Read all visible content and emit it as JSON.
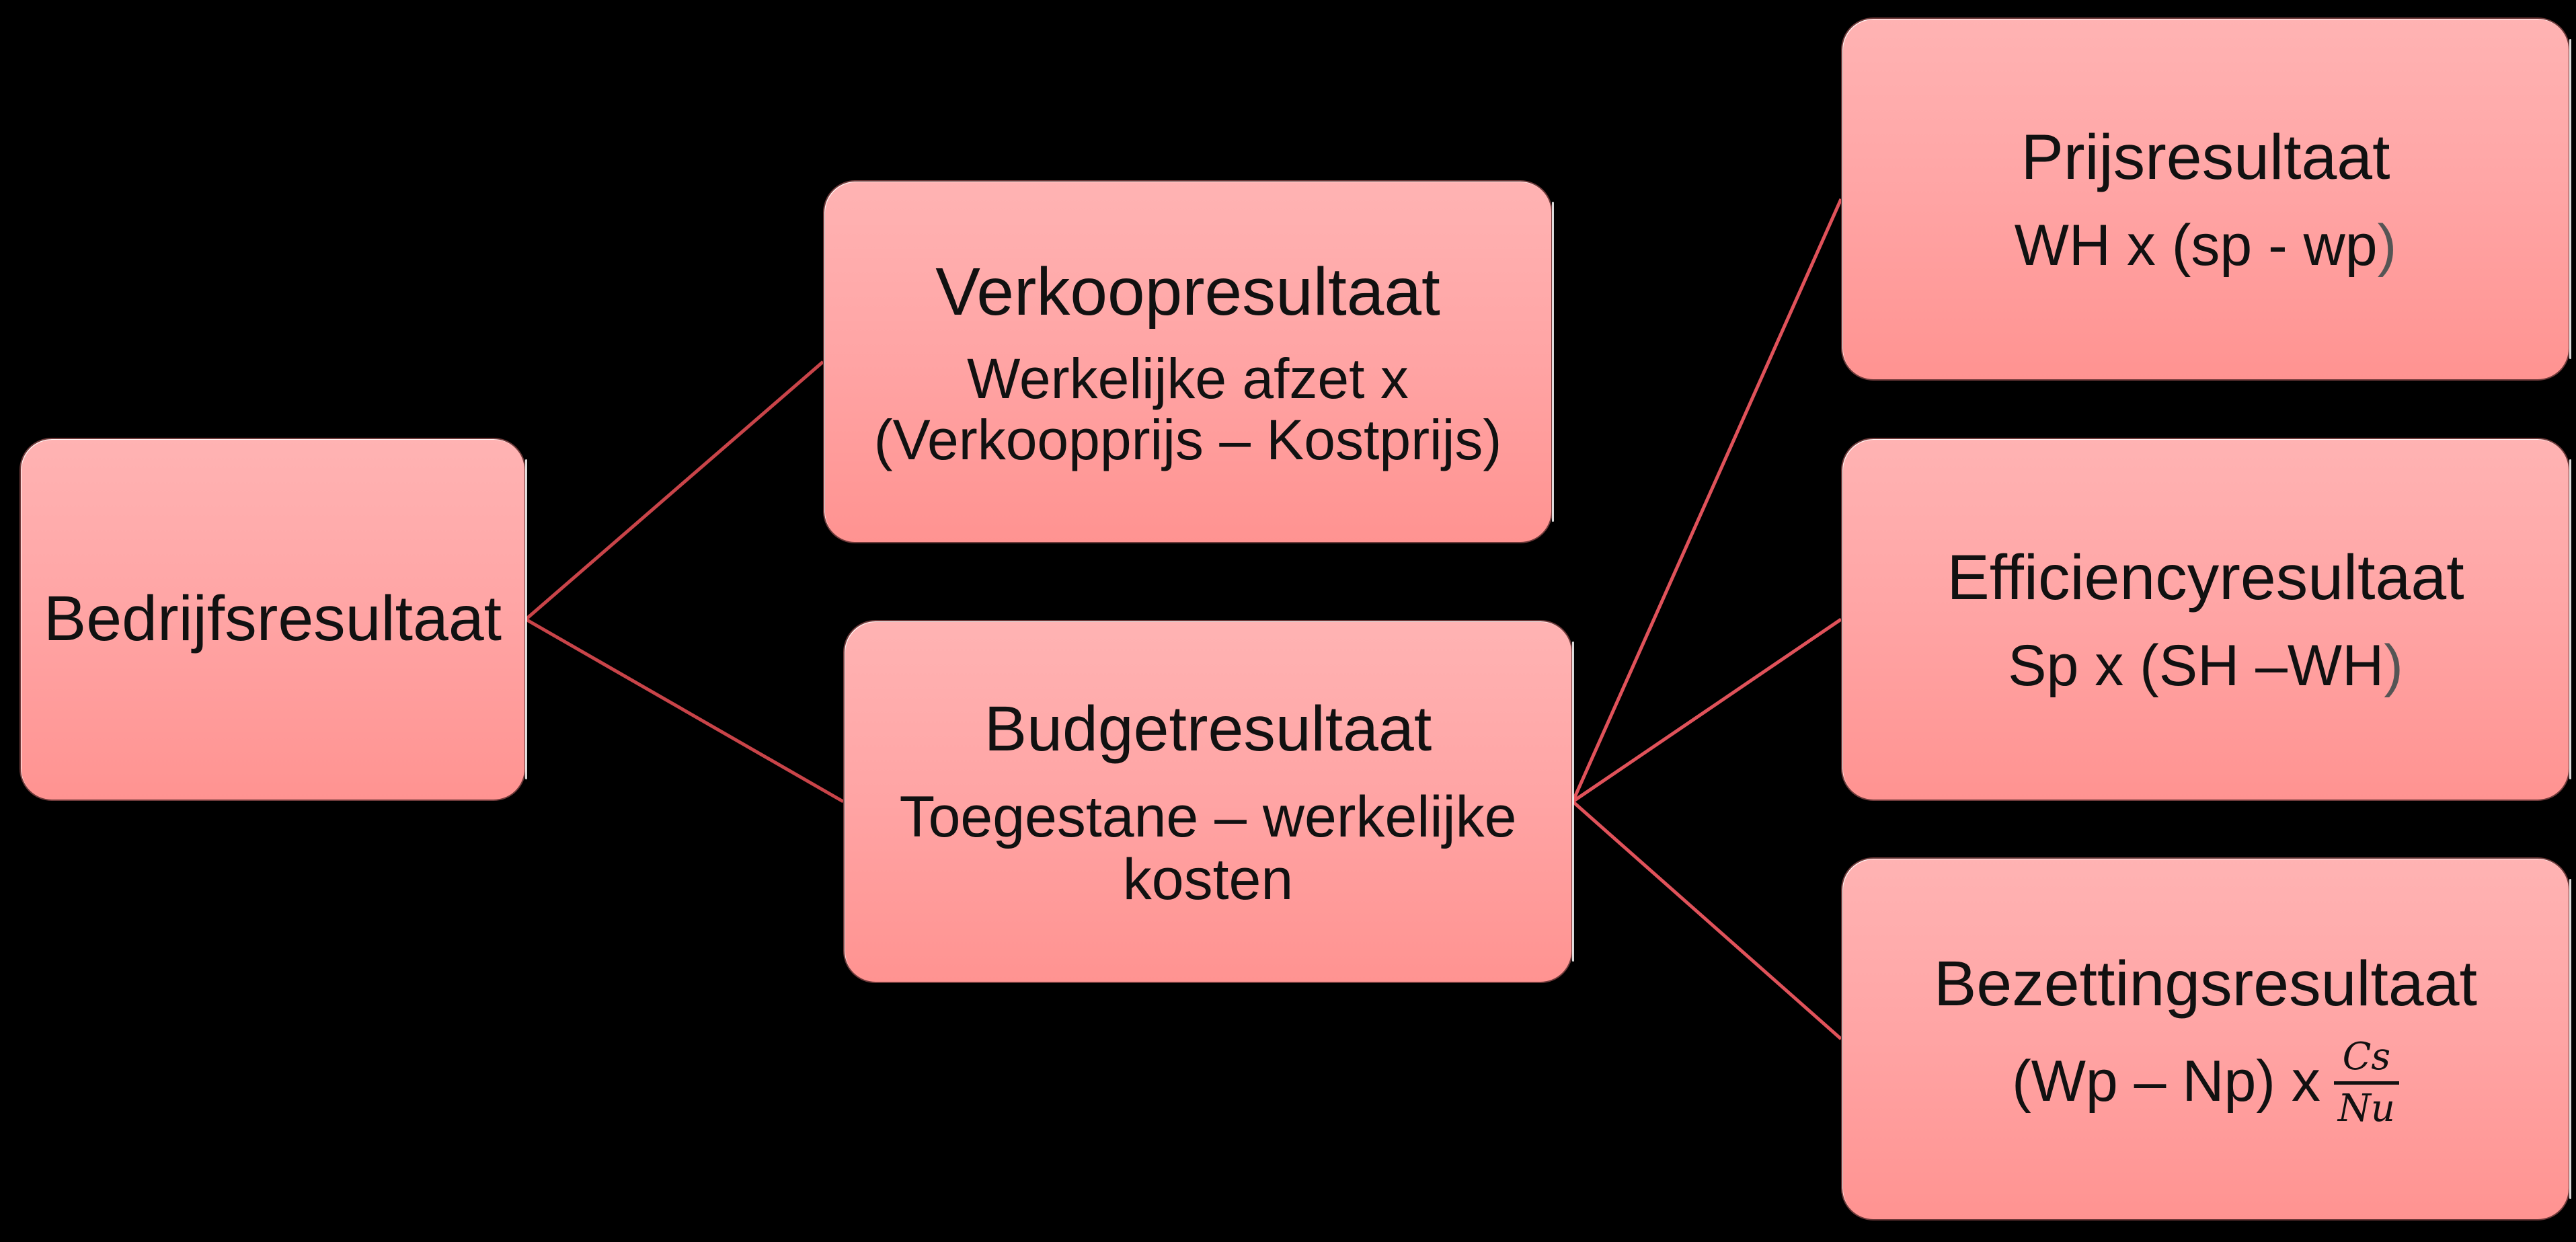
{
  "diagram": {
    "type": "tree",
    "background": "#000000",
    "node_fill_top": "#ffb3b3",
    "node_fill_bottom": "#ff9391",
    "connector_color_left": "#c94449",
    "connector_color_right": "#e0525a",
    "root": {
      "title": "Bedrijfsresultaat"
    },
    "level1": [
      {
        "title": "Verkoopresultaat",
        "formula_line1": "Werkelijke afzet x",
        "formula_line2": "(Verkoopprijs – Kostprijs)"
      },
      {
        "title": "Budgetresultaat",
        "formula_line1": "Toegestane – werkelijke",
        "formula_line2": "kosten"
      }
    ],
    "level2": [
      {
        "title": "Prijsresultaat",
        "formula_main": "WH x (sp - wp",
        "formula_close": ")"
      },
      {
        "title": "Efficiencyresultaat",
        "formula_main": "Sp x (SH –WH",
        "formula_close": ")"
      },
      {
        "title": "Bezettingsresultaat",
        "formula_main": "(Wp – Np) x",
        "fraction_numerator": "Cs",
        "fraction_denominator": "Nu"
      }
    ],
    "edges": [
      {
        "from": "Bedrijfsresultaat",
        "to": "Verkoopresultaat"
      },
      {
        "from": "Bedrijfsresultaat",
        "to": "Budgetresultaat"
      },
      {
        "from": "Budgetresultaat",
        "to": "Prijsresultaat"
      },
      {
        "from": "Budgetresultaat",
        "to": "Efficiencyresultaat"
      },
      {
        "from": "Budgetresultaat",
        "to": "Bezettingsresultaat"
      }
    ]
  }
}
